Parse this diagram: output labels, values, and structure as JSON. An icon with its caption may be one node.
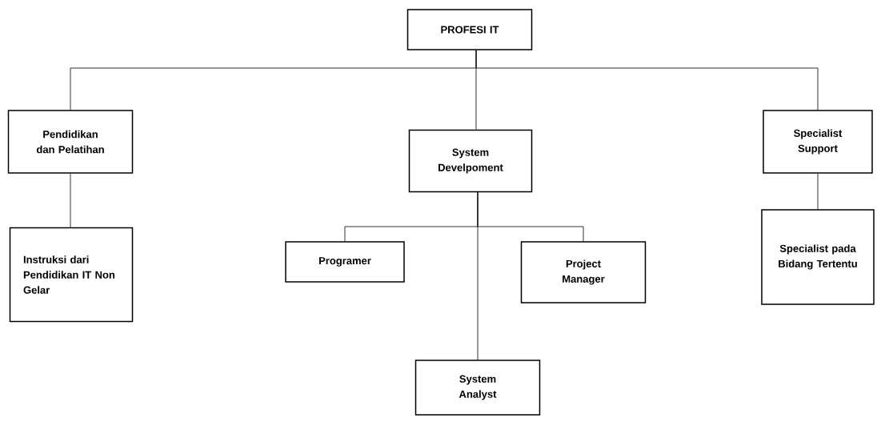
{
  "diagram": {
    "nodes": [
      {
        "text": [
          "PROFESI IT"
        ]
      },
      {
        "text": [
          "Pendidikan dan Pelatihan"
        ]
      },
      {
        "text": [
          "System Develpoment"
        ]
      },
      {
        "text": [
          "Specialist Support"
        ]
      },
      {
        "text": [
          "Instruksi dari Pendidikan IT Non Gelar"
        ]
      },
      {
        "text": [
          "Programer"
        ]
      },
      {
        "text": [
          "Project Manager"
        ]
      },
      {
        "text": [
          "System Analyst"
        ]
      },
      {
        "text": [
          "Specialist pada Bidang Tertentu"
        ]
      }
    ],
    "edges": [
      {
        "from": 0,
        "to": 1,
        "arrow": "none"
      },
      {
        "from": 0,
        "to": 2,
        "arrow": "none"
      },
      {
        "from": 0,
        "to": 3,
        "arrow": "none"
      },
      {
        "from": 1,
        "to": 4,
        "arrow": "none"
      },
      {
        "from": 2,
        "to": 5,
        "arrow": "none"
      },
      {
        "from": 2,
        "to": 6,
        "arrow": "none"
      },
      {
        "from": 2,
        "to": 7,
        "arrow": "none"
      },
      {
        "from": 3,
        "to": 8,
        "arrow": "none"
      }
    ]
  }
}
